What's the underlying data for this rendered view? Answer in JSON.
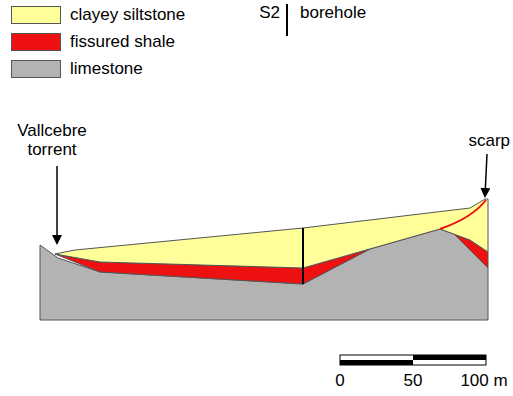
{
  "diagram": {
    "labels": [
      "S2",
      "Vallcebre torrent",
      "scarp",
      "0",
      "50",
      "100 m"
    ],
    "legend": [
      {
        "text": "clayey siltstone",
        "color": "#ffff99"
      },
      {
        "text": "fissured shale",
        "color": "#ee1111"
      },
      {
        "text": "limestone",
        "color": "#b3b3b3"
      },
      {
        "text": "borehole"
      }
    ]
  }
}
